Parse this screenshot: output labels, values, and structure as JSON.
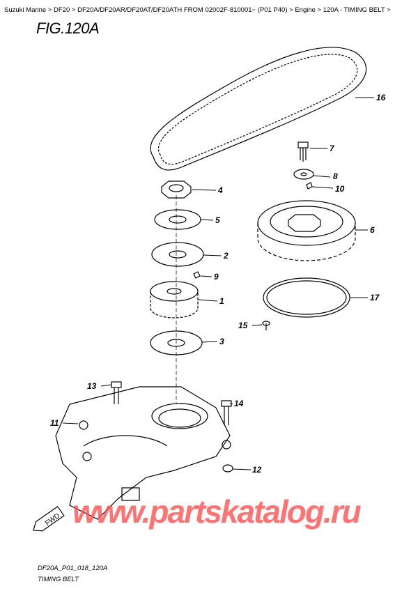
{
  "breadcrumb": [
    {
      "label": "Suzuki Marine"
    },
    {
      "label": "DF20"
    },
    {
      "label": "DF20A/DF20AR/DF20AT/DF20ATH FROM 02002F-810001~ (P01 P40)"
    },
    {
      "label": "Engine"
    },
    {
      "label": "120A - TIMING BELT"
    }
  ],
  "separator": " > ",
  "figure_title": "FIG.120A",
  "parts": [
    {
      "num": "16",
      "name": "timing-belt"
    },
    {
      "num": "7",
      "name": "bolt"
    },
    {
      "num": "8",
      "name": "washer"
    },
    {
      "num": "10",
      "name": "key"
    },
    {
      "num": "4",
      "name": "nut"
    },
    {
      "num": "5",
      "name": "washer"
    },
    {
      "num": "6",
      "name": "driven-pulley"
    },
    {
      "num": "2",
      "name": "plate"
    },
    {
      "num": "9",
      "name": "key"
    },
    {
      "num": "1",
      "name": "drive-pulley"
    },
    {
      "num": "17",
      "name": "ring"
    },
    {
      "num": "15",
      "name": "screw"
    },
    {
      "num": "3",
      "name": "plate"
    },
    {
      "num": "13",
      "name": "bolt"
    },
    {
      "num": "14",
      "name": "bolt"
    },
    {
      "num": "11",
      "name": "housing"
    },
    {
      "num": "12",
      "name": "pin"
    }
  ],
  "fwd_label": "FWD",
  "watermark": "www.partskatalog.ru",
  "footer": {
    "code": "DF20A_P01_018_120A",
    "caption": "TIMING BELT"
  }
}
